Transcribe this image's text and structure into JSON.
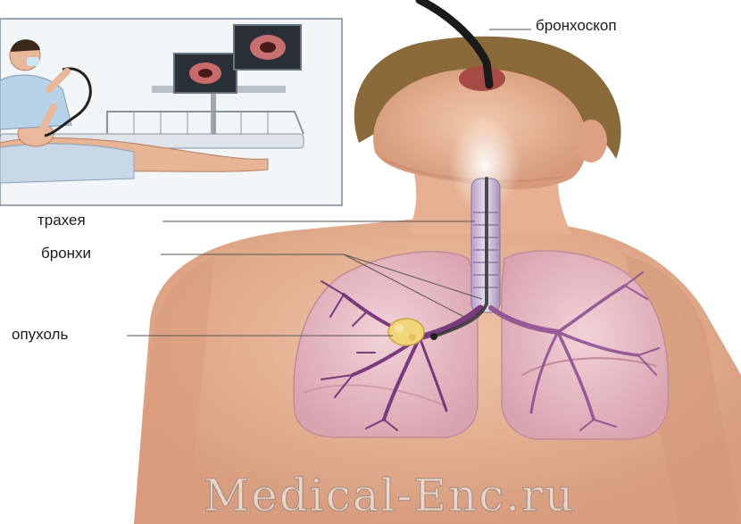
{
  "labels": {
    "bronchoscope": "бронхоскоп",
    "trachea": "трахея",
    "bronchi": "бронхи",
    "tumor": "опухоль"
  },
  "watermark": "Medical-Enc.ru",
  "colors": {
    "skin": "#e9b89a",
    "skin_shadow": "#cf9477",
    "hair": "#8a6a3a",
    "lung": "#ecc4cb",
    "bronchi": "#7a3a7e",
    "tumor": "#f2d47a",
    "scope": "#1a1a1a",
    "leader_line": "#555555"
  },
  "icons": {
    "inset": "bronchoscopy-procedure-illustration",
    "monitors": "endoscopy-monitor-icon"
  }
}
